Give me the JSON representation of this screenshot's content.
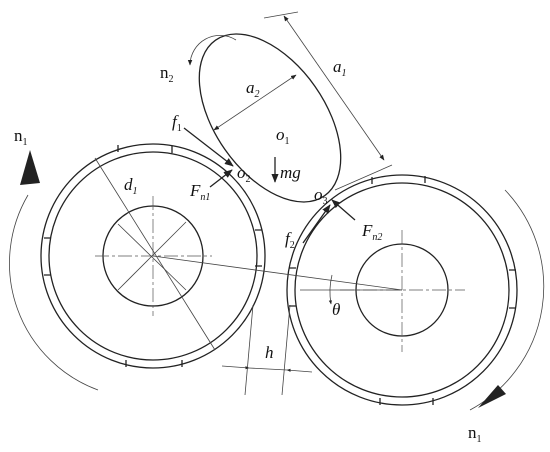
{
  "labels": {
    "n2": {
      "main": "n",
      "sub": "2"
    },
    "n1_left": {
      "main": "n",
      "sub": "1"
    },
    "n1_bottom": {
      "main": "n",
      "sub": "1"
    },
    "a2": {
      "main": "a",
      "sub": "2"
    },
    "a1": {
      "main": "a",
      "sub": "1"
    },
    "o1": {
      "main": "o",
      "sub": "1"
    },
    "o2": {
      "main": "o",
      "sub": "2"
    },
    "o3": {
      "main": "o",
      "sub": "3"
    },
    "f1": {
      "main": "f",
      "sub": "1"
    },
    "f2": {
      "main": "f",
      "sub": "2"
    },
    "Fn1": {
      "main": "F",
      "sub": "n1"
    },
    "Fn2": {
      "main": "F",
      "sub": "n2"
    },
    "mg": "mg",
    "d": {
      "main": "d",
      "sub": "1"
    },
    "h": "h",
    "theta": "θ"
  }
}
